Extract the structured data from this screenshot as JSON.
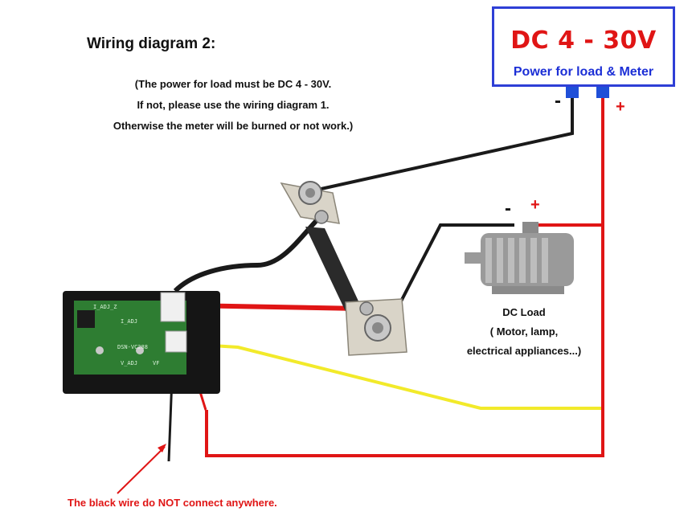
{
  "diagram": {
    "title": "Wiring diagram 2:",
    "notes": [
      "(The power for load must be DC 4 - 30V.",
      "If not, please use the wiring diagram 1.",
      "Otherwise the meter will be burned or not work.)"
    ],
    "power_supply": {
      "voltage": "DC 4 - 30V",
      "subtitle": "Power for load & Meter",
      "neg_sign": "-",
      "pos_sign": "+"
    },
    "load": {
      "neg_sign": "-",
      "pos_sign": "+",
      "label_lines": [
        "DC Load",
        "( Motor, lamp,",
        "electrical appliances...)"
      ]
    },
    "meter": {
      "labels": [
        "I_ADJ_Z",
        "I_ADJ",
        "DSN-VC288",
        "V_ADJ",
        "VF"
      ]
    },
    "warning": "The black wire do NOT connect anywhere.",
    "colors": {
      "red_wire": "#e01515",
      "yellow_wire": "#f2ea2a",
      "black_wire": "#1a1a1a",
      "psu_border": "#2e3fd6",
      "psu_text": "#1c2fd6",
      "warning": "#e01515"
    }
  }
}
